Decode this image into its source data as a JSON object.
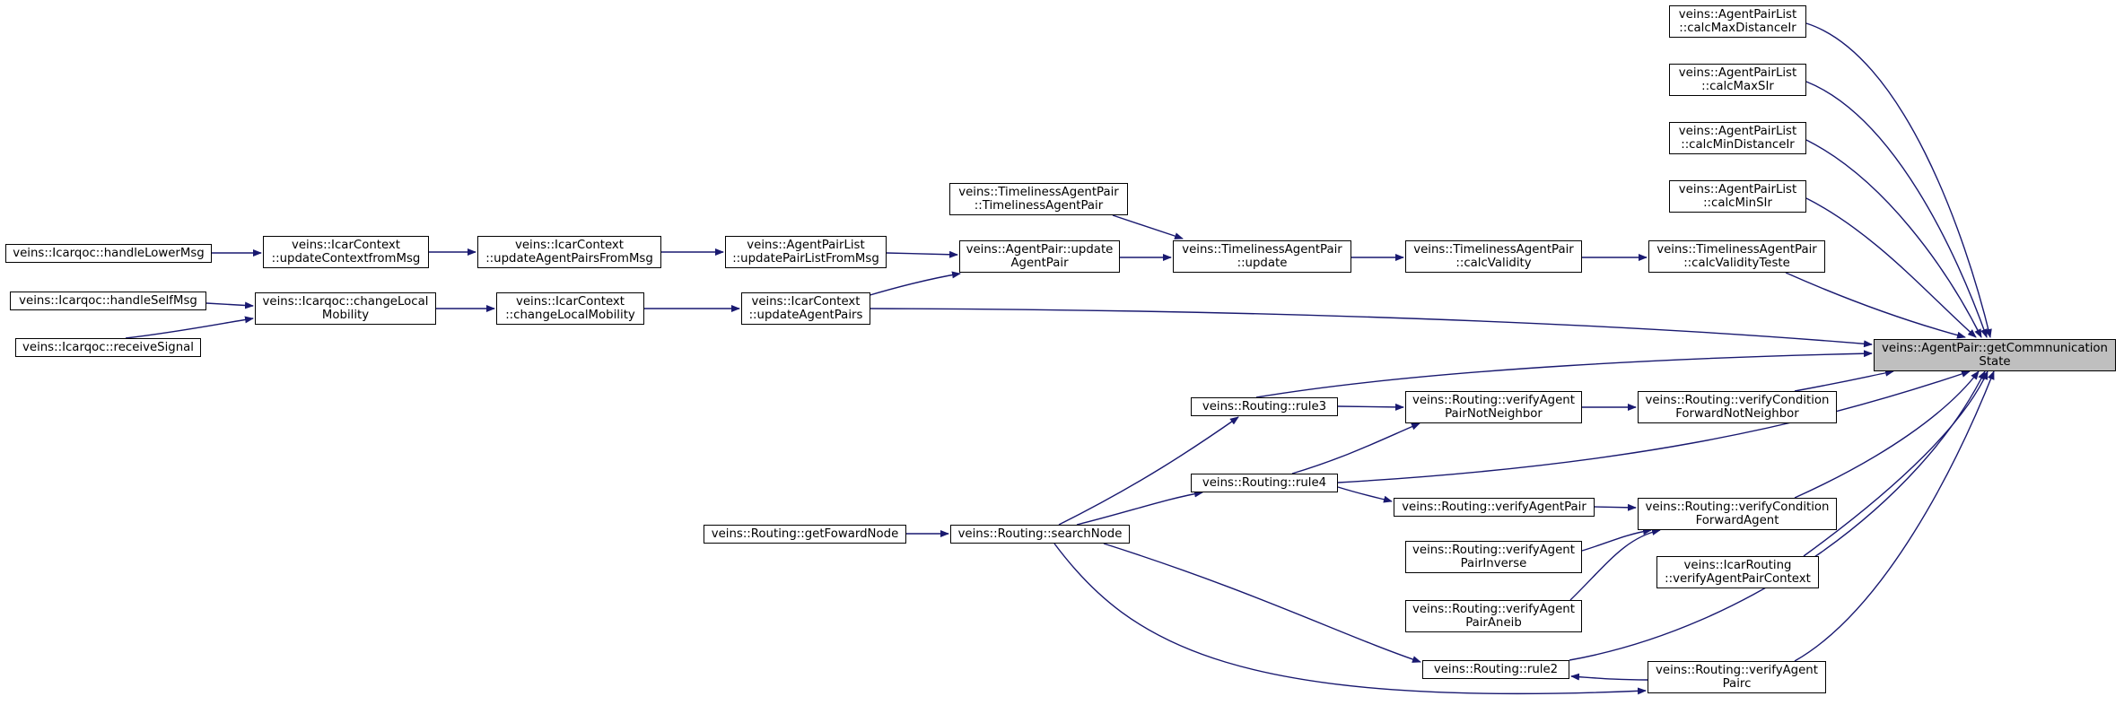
{
  "style": {
    "edge_color": "#191970",
    "node_fill": "#ffffff",
    "target_fill": "#bfbfbf",
    "border": "#000000"
  },
  "nodes": {
    "getCommunicationState": {
      "l1": "veins::AgentPair::getCommnunication",
      "l2": "State"
    },
    "calcMaxDistanceIr": {
      "l1": "veins::AgentPairList",
      "l2": "::calcMaxDistanceIr"
    },
    "calcMaxSIr": {
      "l1": "veins::AgentPairList",
      "l2": "::calcMaxSIr"
    },
    "calcMinDistanceIr": {
      "l1": "veins::AgentPairList",
      "l2": "::calcMinDistanceIr"
    },
    "calcMinSIr": {
      "l1": "veins::AgentPairList",
      "l2": "::calcMinSIr"
    },
    "calcValidityTeste": {
      "l1": "veins::TimelinessAgentPair",
      "l2": "::calcValidityTeste"
    },
    "calcValidity": {
      "l1": "veins::TimelinessAgentPair",
      "l2": "::calcValidity"
    },
    "tapUpdate": {
      "l1": "veins::TimelinessAgentPair",
      "l2": "::update"
    },
    "tapCtor": {
      "l1": "veins::TimelinessAgentPair",
      "l2": "::TimelinessAgentPair"
    },
    "updateAgentPair": {
      "l1": "veins::AgentPair::update",
      "l2": "AgentPair"
    },
    "updatePairListFromMsg": {
      "l1": "veins::AgentPairList",
      "l2": "::updatePairListFromMsg"
    },
    "updateAgentPairsFromMsg": {
      "l1": "veins::IcarContext",
      "l2": "::updateAgentPairsFromMsg"
    },
    "updateContextfromMsg": {
      "l1": "veins::IcarContext",
      "l2": "::updateContextfromMsg"
    },
    "handleLowerMsg": {
      "l1": "veins::Icarqoc::handleLowerMsg"
    },
    "handleSelfMsg": {
      "l1": "veins::Icarqoc::handleSelfMsg"
    },
    "receiveSignal": {
      "l1": "veins::Icarqoc::receiveSignal"
    },
    "qocChangeLocalMobility": {
      "l1": "veins::Icarqoc::changeLocal",
      "l2": "Mobility"
    },
    "ctxChangeLocalMobility": {
      "l1": "veins::IcarContext",
      "l2": "::changeLocalMobility"
    },
    "updateAgentPairs": {
      "l1": "veins::IcarContext",
      "l2": "::updateAgentPairs"
    },
    "rule3": {
      "l1": "veins::Routing::rule3"
    },
    "rule4": {
      "l1": "veins::Routing::rule4"
    },
    "rule2": {
      "l1": "veins::Routing::rule2"
    },
    "searchNode": {
      "l1": "veins::Routing::searchNode"
    },
    "getFowardNode": {
      "l1": "veins::Routing::getFowardNode"
    },
    "verifyAgentPairNotNeighbor": {
      "l1": "veins::Routing::verifyAgent",
      "l2": "PairNotNeighbor"
    },
    "verifyConditionForwardNotNeighbor": {
      "l1": "veins::Routing::verifyCondition",
      "l2": "ForwardNotNeighbor"
    },
    "verifyAgentPair": {
      "l1": "veins::Routing::verifyAgentPair"
    },
    "verifyAgentPairInverse": {
      "l1": "veins::Routing::verifyAgent",
      "l2": "PairInverse"
    },
    "verifyAgentPairAneib": {
      "l1": "veins::Routing::verifyAgent",
      "l2": "PairAneib"
    },
    "verifyConditionForwardAgent": {
      "l1": "veins::Routing::verifyCondition",
      "l2": "ForwardAgent"
    },
    "verifyAgentPairContext": {
      "l1": "veins::IcarRouting",
      "l2": "::verifyAgentPairContext"
    },
    "verifyAgentPairc": {
      "l1": "veins::Routing::verifyAgent",
      "l2": "Pairc"
    }
  }
}
